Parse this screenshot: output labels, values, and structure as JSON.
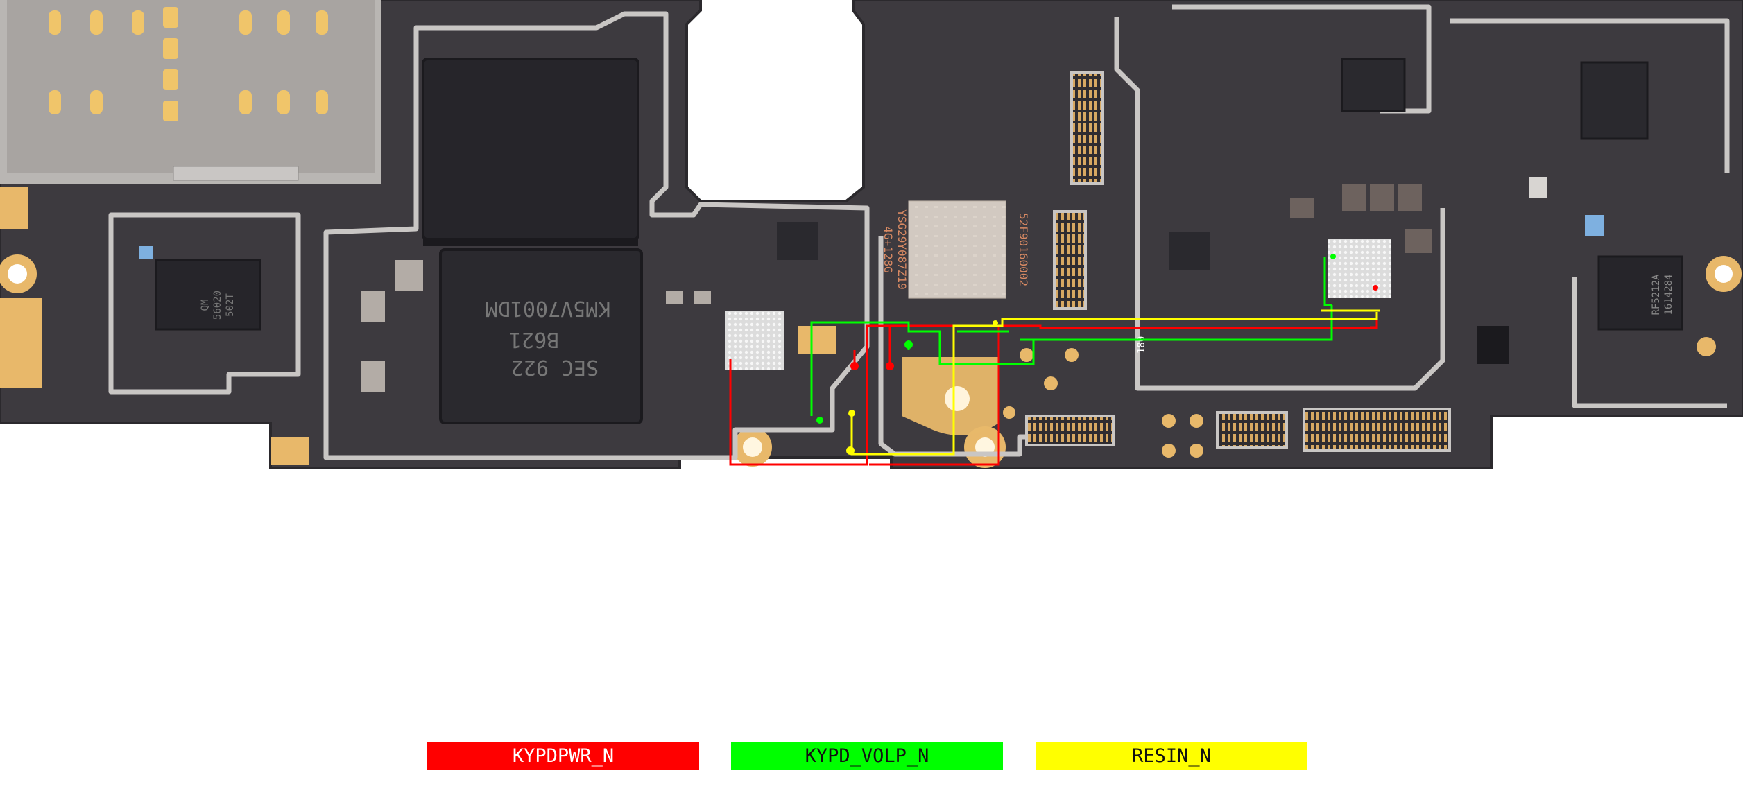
{
  "board": {
    "chip_labels": {
      "memory_chip": [
        "SEC 922",
        "B621",
        "KM5V7001DM"
      ],
      "left_pmic": [
        "QM",
        "56020",
        "502T"
      ],
      "right_rf": [
        "RF5212A",
        "1614284"
      ],
      "center_ram_label": [
        "4G+128G",
        "YSG29Y087Z19"
      ],
      "center_serial": "52F90160002",
      "connector_code": "180"
    }
  },
  "legend": {
    "red_label": "KYPDPWR_N",
    "green_label": "KYPD_VOLP_N",
    "yellow_label": "RESIN_N"
  },
  "colors": {
    "board": "#3d3a3f",
    "board_edge": "#2b292d",
    "gold": "#e8b86a",
    "shield": "#c9c6c4",
    "chip": "#26252a",
    "red_trace": "#ff0000",
    "green_trace": "#00ff00",
    "yellow_trace": "#ffff00"
  }
}
